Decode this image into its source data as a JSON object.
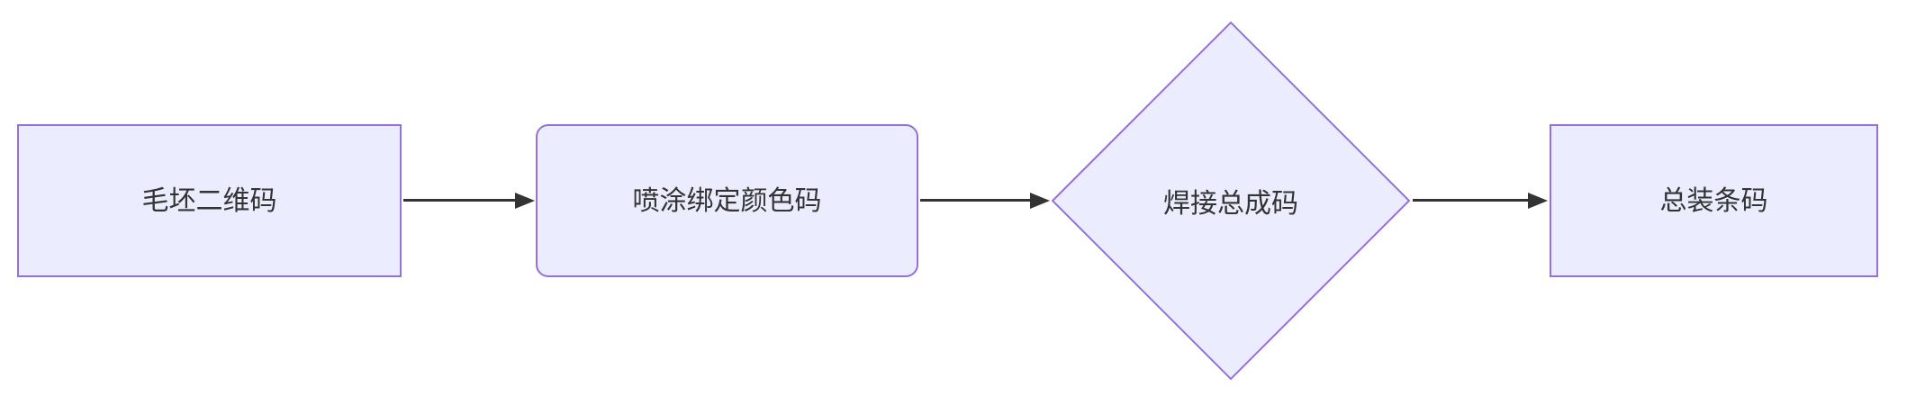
{
  "diagram": {
    "type": "flowchart",
    "direction": "left-to-right",
    "nodes": [
      {
        "id": "n1",
        "shape": "rect",
        "label": "毛坯二维码"
      },
      {
        "id": "n2",
        "shape": "rounded",
        "label": "喷涂绑定颜色码"
      },
      {
        "id": "n3",
        "shape": "diamond",
        "label": "焊接总成码"
      },
      {
        "id": "n4",
        "shape": "rect",
        "label": "总装条码"
      }
    ],
    "edges": [
      {
        "from": "n1",
        "to": "n2",
        "style": "arrow"
      },
      {
        "from": "n2",
        "to": "n3",
        "style": "arrow"
      },
      {
        "from": "n3",
        "to": "n4",
        "style": "arrow"
      }
    ],
    "colors": {
      "node_fill": "#ececff",
      "node_border": "#9370db",
      "arrow": "#333333",
      "text": "#333333",
      "background": "#ffffff"
    }
  }
}
